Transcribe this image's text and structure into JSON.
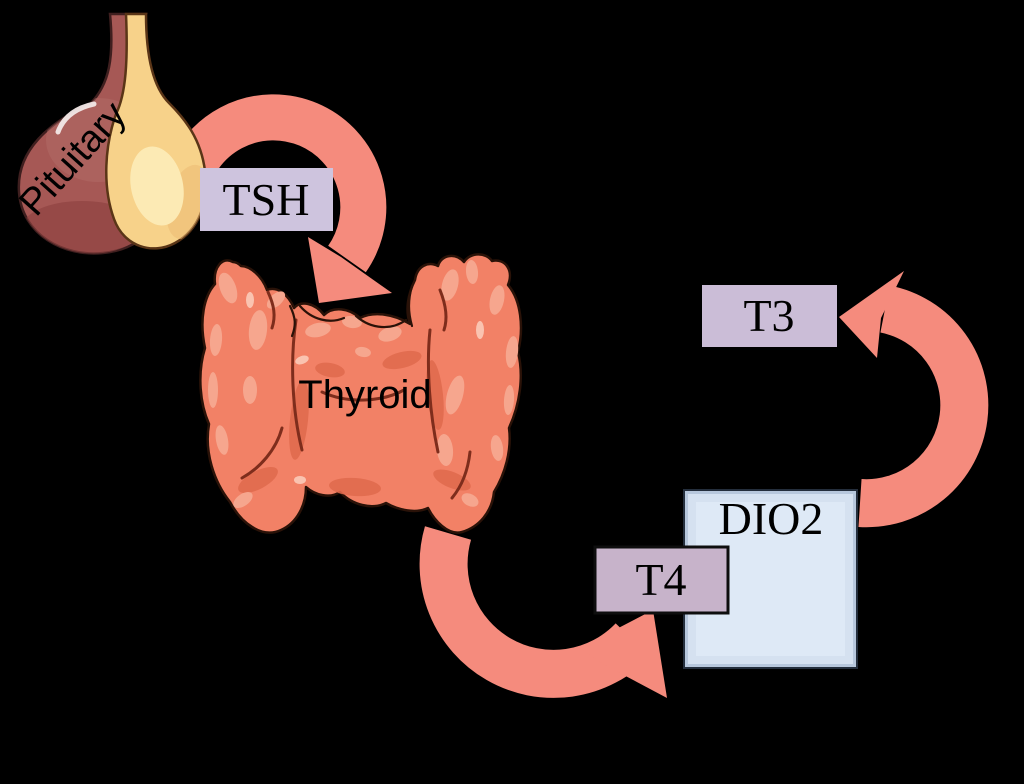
{
  "diagram": {
    "organs": [
      {
        "id": "pituitary",
        "label": "Pituitary"
      },
      {
        "id": "thyroid",
        "label": "Thyroid"
      }
    ],
    "boxes": [
      {
        "id": "tsh",
        "label": "TSH"
      },
      {
        "id": "t3",
        "label": "T3"
      },
      {
        "id": "t4",
        "label": "T4"
      },
      {
        "id": "dio2",
        "label": "DIO2"
      }
    ],
    "arrows": [
      {
        "from": "Pituitary",
        "to": "Thyroid",
        "label": "TSH"
      },
      {
        "from": "Thyroid",
        "to": "T4"
      },
      {
        "from": "DIO2",
        "to": "T3"
      }
    ]
  },
  "colors": {
    "background": "#000000",
    "salmon": "#f58b7d",
    "thyBase": "#f28166",
    "thyHi": "#f6a68e",
    "thyHiLt": "#fac3b0",
    "thyShadow": "#e06a4e",
    "thyCrev": "#7e2d1c",
    "thyOutline": "#2a1208",
    "maroon": "#a65855",
    "maroonDk": "#8d4240",
    "maroonLt": "#b46f6b",
    "maroonOutline": "#3f1f1f",
    "cream": "#f7d28a",
    "creamLt": "#fceab4",
    "creamShade": "#ecba72",
    "creamOutline": "#5a3517",
    "sheen": "#f2e8e7",
    "lav": "#cec4de",
    "lavT3": "#cbbdd7",
    "mauve": "#c7b3ca",
    "t4Border": "#0e0e0e",
    "dio2Frame": "#b7c7dc",
    "dio2Fill": "#d5e1f0",
    "dio2FillLt": "#dee9f6",
    "dio2Outline": "#242e3c",
    "ink": "#000000"
  }
}
